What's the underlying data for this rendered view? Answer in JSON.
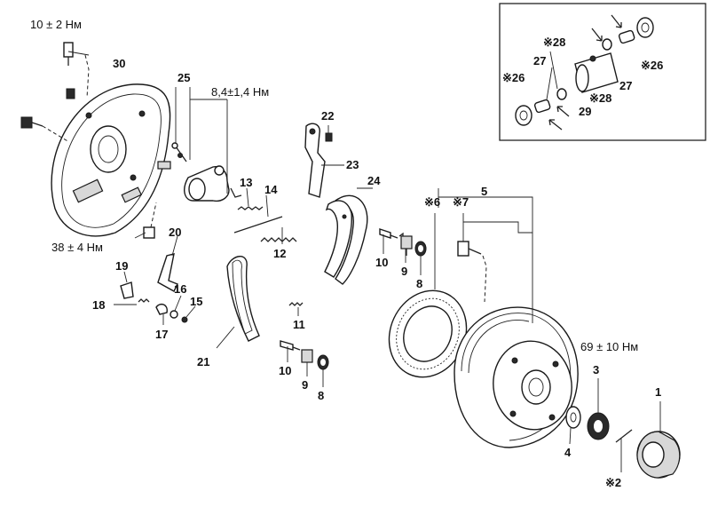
{
  "torques": {
    "t10": "10 ± 2 Нм",
    "t84": "8,4±1,4 Нм",
    "t38": "38 ± 4 Нм",
    "t69": "69 ± 10 Нм"
  },
  "labels": {
    "p1": "1",
    "p2": "※2",
    "p3": "3",
    "p4": "4",
    "p5": "5",
    "p6": "※6",
    "p7": "※7",
    "p8a": "8",
    "p8b": "8",
    "p9a": "9",
    "p9b": "9",
    "p10a": "10",
    "p10b": "10",
    "p11": "11",
    "p12": "12",
    "p13": "13",
    "p14": "14",
    "p15": "15",
    "p16": "16",
    "p17": "17",
    "p18": "18",
    "p19": "19",
    "p20": "20",
    "p21": "21",
    "p22": "22",
    "p23": "23",
    "p24": "24",
    "p25": "25",
    "p30": "30",
    "i26a": "※26",
    "i26b": "※26",
    "i27a": "27",
    "i27b": "27",
    "i28a": "※28",
    "i28b": "※28",
    "i29": "29"
  }
}
